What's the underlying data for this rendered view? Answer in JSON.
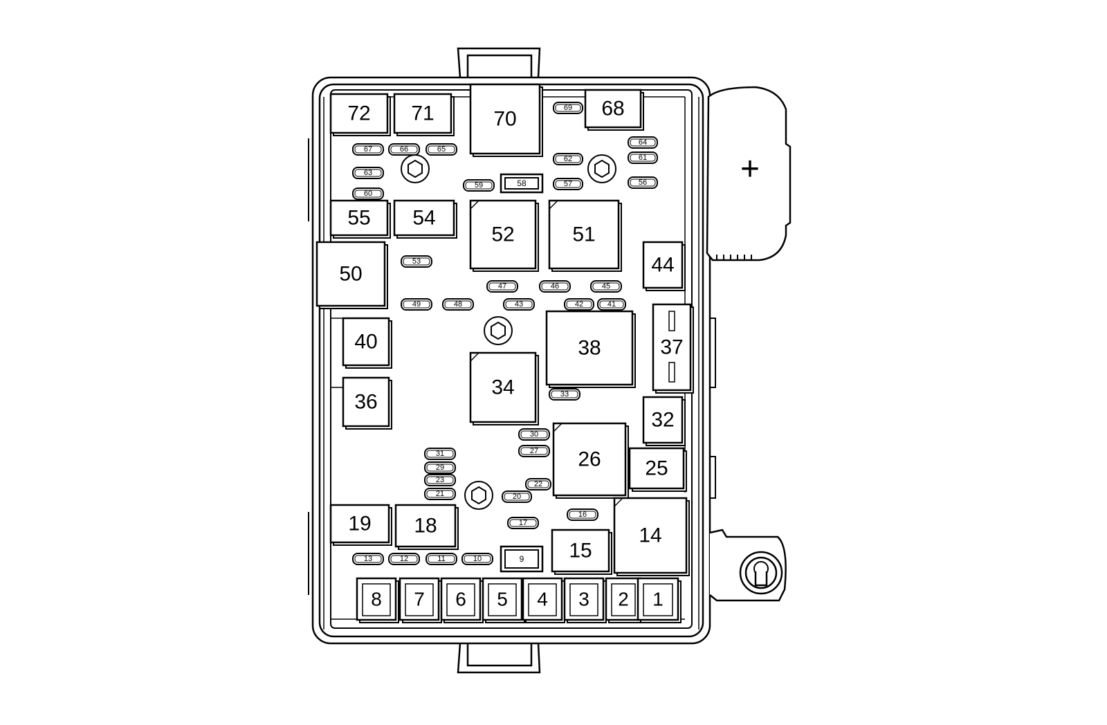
{
  "plus_symbol": "+",
  "stroke_color": "#000000",
  "background_color": "#ffffff",
  "components": [
    {
      "label": "72",
      "kind": "block"
    },
    {
      "label": "71",
      "kind": "block"
    },
    {
      "label": "70",
      "kind": "block"
    },
    {
      "label": "69",
      "kind": "fuse"
    },
    {
      "label": "68",
      "kind": "block"
    },
    {
      "label": "67",
      "kind": "fuse"
    },
    {
      "label": "66",
      "kind": "fuse"
    },
    {
      "label": "65",
      "kind": "fuse"
    },
    {
      "label": "64",
      "kind": "fuse"
    },
    {
      "label": "63",
      "kind": "fuse"
    },
    {
      "label": "62",
      "kind": "fuse"
    },
    {
      "label": "61",
      "kind": "fuse"
    },
    {
      "label": "60",
      "kind": "fuse"
    },
    {
      "label": "59",
      "kind": "fuse"
    },
    {
      "label": "58",
      "kind": "fuse-box"
    },
    {
      "label": "57",
      "kind": "fuse"
    },
    {
      "label": "56",
      "kind": "fuse"
    },
    {
      "label": "55",
      "kind": "block"
    },
    {
      "label": "54",
      "kind": "block"
    },
    {
      "label": "53",
      "kind": "fuse"
    },
    {
      "label": "52",
      "kind": "relay"
    },
    {
      "label": "51",
      "kind": "relay"
    },
    {
      "label": "50",
      "kind": "block"
    },
    {
      "label": "49",
      "kind": "fuse"
    },
    {
      "label": "48",
      "kind": "fuse"
    },
    {
      "label": "47",
      "kind": "fuse"
    },
    {
      "label": "46",
      "kind": "fuse"
    },
    {
      "label": "45",
      "kind": "fuse"
    },
    {
      "label": "44",
      "kind": "block"
    },
    {
      "label": "43",
      "kind": "fuse"
    },
    {
      "label": "42",
      "kind": "fuse"
    },
    {
      "label": "41",
      "kind": "fuse"
    },
    {
      "label": "40",
      "kind": "block"
    },
    {
      "label": "38",
      "kind": "block"
    },
    {
      "label": "37",
      "kind": "block"
    },
    {
      "label": "36",
      "kind": "block"
    },
    {
      "label": "34",
      "kind": "relay"
    },
    {
      "label": "33",
      "kind": "fuse"
    },
    {
      "label": "32",
      "kind": "block"
    },
    {
      "label": "31",
      "kind": "fuse"
    },
    {
      "label": "30",
      "kind": "fuse"
    },
    {
      "label": "29",
      "kind": "fuse"
    },
    {
      "label": "27",
      "kind": "fuse"
    },
    {
      "label": "26",
      "kind": "relay"
    },
    {
      "label": "25",
      "kind": "block"
    },
    {
      "label": "23",
      "kind": "fuse"
    },
    {
      "label": "22",
      "kind": "fuse"
    },
    {
      "label": "21",
      "kind": "fuse"
    },
    {
      "label": "20",
      "kind": "fuse"
    },
    {
      "label": "19",
      "kind": "block"
    },
    {
      "label": "18",
      "kind": "block"
    },
    {
      "label": "17",
      "kind": "fuse"
    },
    {
      "label": "16",
      "kind": "fuse"
    },
    {
      "label": "15",
      "kind": "block"
    },
    {
      "label": "14",
      "kind": "relay"
    },
    {
      "label": "13",
      "kind": "fuse"
    },
    {
      "label": "12",
      "kind": "fuse"
    },
    {
      "label": "11",
      "kind": "fuse"
    },
    {
      "label": "10",
      "kind": "fuse"
    },
    {
      "label": "9",
      "kind": "fuse-box"
    },
    {
      "label": "8",
      "kind": "slot"
    },
    {
      "label": "7",
      "kind": "slot"
    },
    {
      "label": "6",
      "kind": "slot"
    },
    {
      "label": "5",
      "kind": "slot"
    },
    {
      "label": "4",
      "kind": "slot"
    },
    {
      "label": "3",
      "kind": "slot"
    },
    {
      "label": "2",
      "kind": "slot"
    },
    {
      "label": "1",
      "kind": "slot"
    }
  ]
}
